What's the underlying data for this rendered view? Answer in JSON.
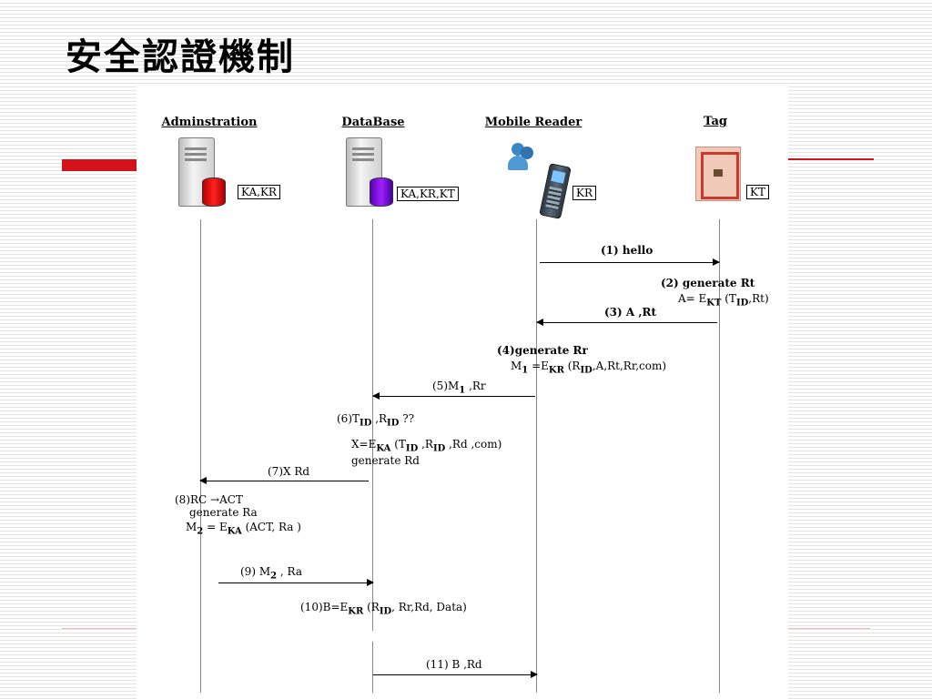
{
  "title": "安全認證機制",
  "actors": {
    "admin": {
      "name": "Adminstration",
      "keys": "KA,KR"
    },
    "db": {
      "name": "DataBase",
      "keys": "KA,KR,KT"
    },
    "reader": {
      "name": "Mobile Reader",
      "keys": "KR"
    },
    "tag": {
      "name": "Tag",
      "keys": "KT"
    }
  },
  "steps": {
    "s1": "(1) hello",
    "s2": {
      "a": "(2) generate Rt",
      "b": "A= E",
      "b_sub": "KT",
      "b_rest": " (T",
      "b_sub2": "ID",
      "b_end": ",Rt)"
    },
    "s3": "(3) A ,Rt",
    "s4": {
      "a": "(4)generate Rr",
      "b": "M",
      "b_sub": "1",
      "b_mid": " =E",
      "b_sub2": "KR",
      "b_mid2": " (R",
      "b_sub3": "ID",
      "b_end": ",A,Rt,Rr,com)"
    },
    "s5": {
      "a": "(5)M",
      "sub": "1",
      "end": " ,Rr"
    },
    "s6": {
      "a": "(6)T",
      "sub": "ID",
      "mid": " ,R",
      "sub2": "ID",
      "end": " ??"
    },
    "s6x": {
      "a": "X=E",
      "sub": "KA",
      "mid": " (T",
      "sub2": "ID",
      "mid2": " ,R",
      "sub3": "ID",
      "end": " ,Rd ,com)"
    },
    "s6y": "generate Rd",
    "s7": "(7)X  Rd",
    "s8": {
      "a": "(8)RC →ACT",
      "b": "generate Ra",
      "c": "M",
      "c_sub": "2",
      "c_mid": " = E",
      "c_sub2": "KA",
      "c_end": " (ACT, Ra )"
    },
    "s9": {
      "a": "(9) M",
      "sub": "2",
      "end": " , Ra"
    },
    "s10": {
      "a": "(10)B=E",
      "sub": "KR",
      "mid": " (R",
      "sub2": "ID",
      "end": ", Rr,Rd, Data)"
    },
    "s11": "(11) B ,Rd"
  },
  "icons": {
    "admin": "server-database-icon",
    "db": "server-database-icon",
    "reader": "mobile-reader-icon",
    "tag": "rfid-tag-icon"
  },
  "colors": {
    "accent": "#d4121b",
    "admin_db": "#ff2020",
    "database_db": "#a020ff"
  }
}
